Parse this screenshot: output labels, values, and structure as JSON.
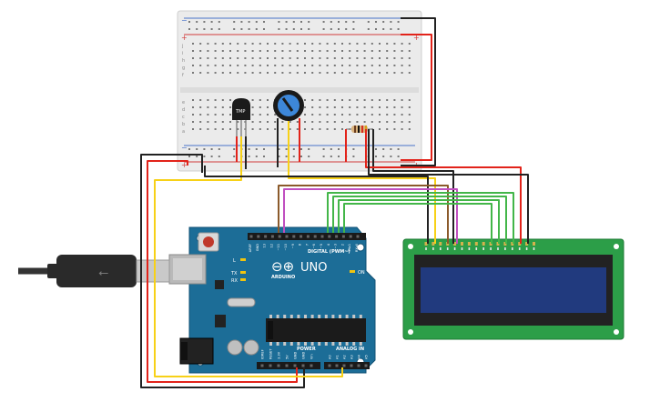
{
  "board": {
    "brand": "ARDUINO",
    "model": "UNO",
    "logo_symbol": "⊖⊕",
    "section_digital": "DIGITAL (PWM~)",
    "section_power": "POWER",
    "section_analog": "ANALOG IN",
    "on_led_label": "ON",
    "led_labels": [
      "L",
      "TX",
      "RX"
    ],
    "top_header_pins": [
      "AREF",
      "GND",
      "13",
      "12",
      "~11",
      "~10",
      "~9",
      "8",
      "7",
      "~6",
      "~5",
      "4",
      "~3",
      "2",
      "TX▸1",
      "RX◂0"
    ],
    "power_pins": [
      "IOREF",
      "RESET",
      "3.3V",
      "5V",
      "GND",
      "GND",
      "Vin"
    ],
    "analog_pins": [
      "A0",
      "A1",
      "A2",
      "A3",
      "A4",
      "A5"
    ]
  },
  "sensor": {
    "label": "TMP"
  },
  "breadboard": {
    "plus_sign": "+",
    "minus_sign": "−",
    "row_letters_top": [
      "j",
      "i",
      "h",
      "g",
      "f"
    ],
    "row_letters_bottom": [
      "e",
      "d",
      "c",
      "b",
      "a"
    ]
  },
  "colors": {
    "board": "#1c6d97",
    "breadboard": "#ebebeb",
    "lcd_pcb": "#2c9e48",
    "lcd_screen": "#213a7e",
    "wire_red": "#e2231a",
    "wire_black": "#222222",
    "wire_yellow": "#f7d117",
    "wire_green": "#43b649",
    "wire_brown": "#8b5a2b",
    "wire_magenta": "#c04fc0",
    "pot_knob": "#3d87d9"
  }
}
